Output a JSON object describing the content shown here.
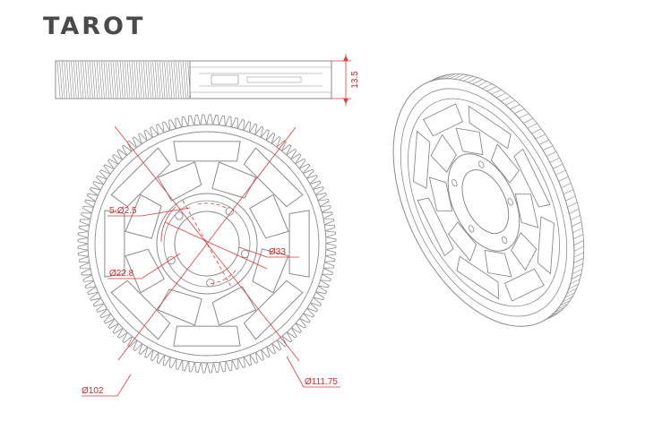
{
  "brand": {
    "logo": "TAROT"
  },
  "side_view": {
    "height_label": "13.5"
  },
  "front_view": {
    "callouts": {
      "holes": "5-Ø2.5",
      "inner_circle": "Ø22.8",
      "bore": "Ø33",
      "root_diameter": "Ø102",
      "outer_diameter": "Ø111.75"
    },
    "tooth_count": 120
  },
  "colors": {
    "dimension": "#e03a3a",
    "part_outline": "#8a8a8a",
    "logo": "#4a4a4a"
  }
}
